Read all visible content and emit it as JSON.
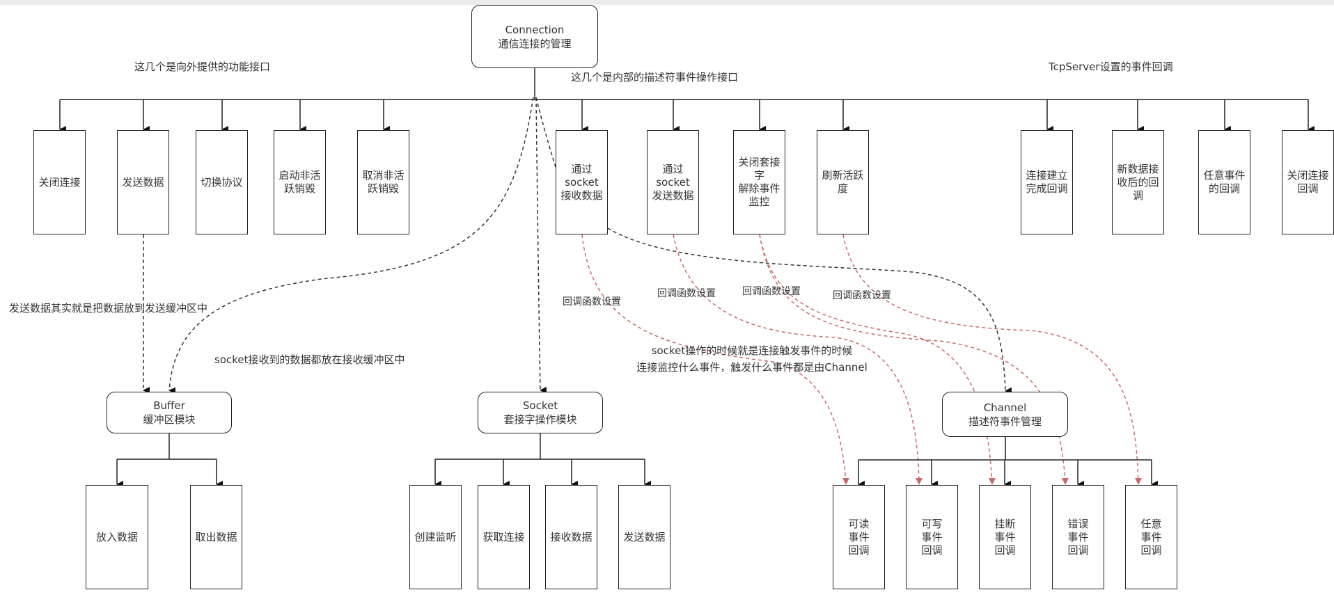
{
  "diagram": {
    "connection": {
      "title": "Connection",
      "subtitle": "通信连接的管理"
    },
    "labels": {
      "external_interfaces": "这几个是向外提供的功能接口",
      "internal_interfaces": "这几个是内部的描述符事件操作接口",
      "tcpserver_callbacks": "TcpServer设置的事件回调",
      "send_note": "发送数据其实就是把数据放到发送缓冲区中",
      "recv_note": "socket接收到的数据都放在接收缓冲区中",
      "callback_setting_1": "回调函数设置",
      "callback_setting_2": "回调函数设置",
      "callback_setting_3": "回调函数设置",
      "callback_setting_4": "回调函数设置",
      "channel_note_line1": "socket操作的时候就是连接触发事件的时候",
      "channel_note_line2": "连接监控什么事件，触发什么事件都是由Channel"
    },
    "external": [
      {
        "label": "关闭连接"
      },
      {
        "label": "发送数据"
      },
      {
        "label": "切换协议"
      },
      {
        "label": "启动非活跃销毁"
      },
      {
        "label": "取消非活跃销毁"
      }
    ],
    "internal": [
      {
        "label": "通过\nsocket\n接收数据"
      },
      {
        "label": "通过\nsocket\n发送数据"
      },
      {
        "label": "关闭套接字\n解除事件\n监控"
      },
      {
        "label": "刷新活跃度"
      }
    ],
    "tcpserver": [
      {
        "label": "连接建立完成回调"
      },
      {
        "label": "新数据接收后的回调"
      },
      {
        "label": "任意事件的回调"
      },
      {
        "label": "关闭连接回调"
      }
    ],
    "buffer": {
      "title": "Buffer",
      "subtitle": "缓冲区模块",
      "children": [
        {
          "label": "放入数据"
        },
        {
          "label": "取出数据"
        }
      ]
    },
    "socket": {
      "title": "Socket",
      "subtitle": "套接字操作模块",
      "children": [
        {
          "label": "创建监听"
        },
        {
          "label": "获取连接"
        },
        {
          "label": "接收数据"
        },
        {
          "label": "发送数据"
        }
      ]
    },
    "channel": {
      "title": "Channel",
      "subtitle": "描述符事件管理",
      "children": [
        {
          "label": "可读\n事件\n回调"
        },
        {
          "label": "可写\n事件\n回调"
        },
        {
          "label": "挂断\n事件\n回调"
        },
        {
          "label": "错误\n事件\n回调"
        },
        {
          "label": "任意\n事件\n回调"
        }
      ]
    },
    "colors": {
      "line": "#222222",
      "dashed": "#333333",
      "callback": "#c0504d",
      "text": "#333333"
    }
  }
}
